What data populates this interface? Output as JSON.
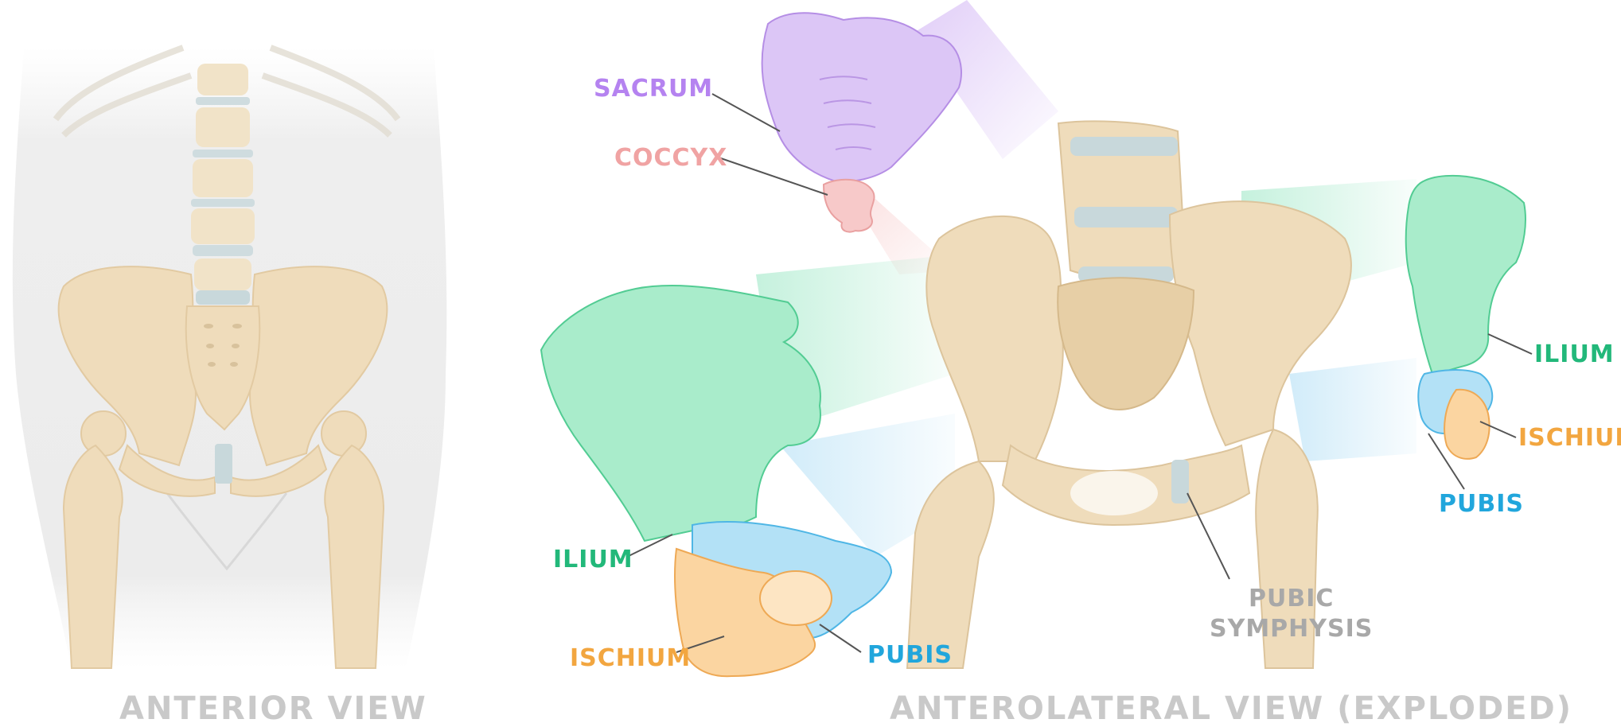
{
  "titles": {
    "anterior_view": "ANTERIOR VIEW",
    "anterolateral_view": "ANTEROLATERAL VIEW (EXPLODED)"
  },
  "labels": {
    "sacrum": "SACRUM",
    "coccyx": "COCCYX",
    "ilium_left": "ILIUM",
    "ischium_left": "ISCHIUM",
    "pubis_left": "PUBIS",
    "ilium_right": "ILIUM",
    "ischium_right": "ISCHIUM",
    "pubis_right": "PUBIS",
    "pubic_symphysis_line1": "PUBIC",
    "pubic_symphysis_line2": "SYMPHYSIS"
  },
  "colors": {
    "sacrum": "#b583f0",
    "coccyx": "#f0a3a3",
    "ilium": "#22b87a",
    "ischium": "#f2a640",
    "pubis": "#21a6dc",
    "symphysis": "#a8a8a8",
    "bone": "#ecd7b4",
    "cartilage": "#bdd1d4",
    "title": "#c9c9c9"
  }
}
